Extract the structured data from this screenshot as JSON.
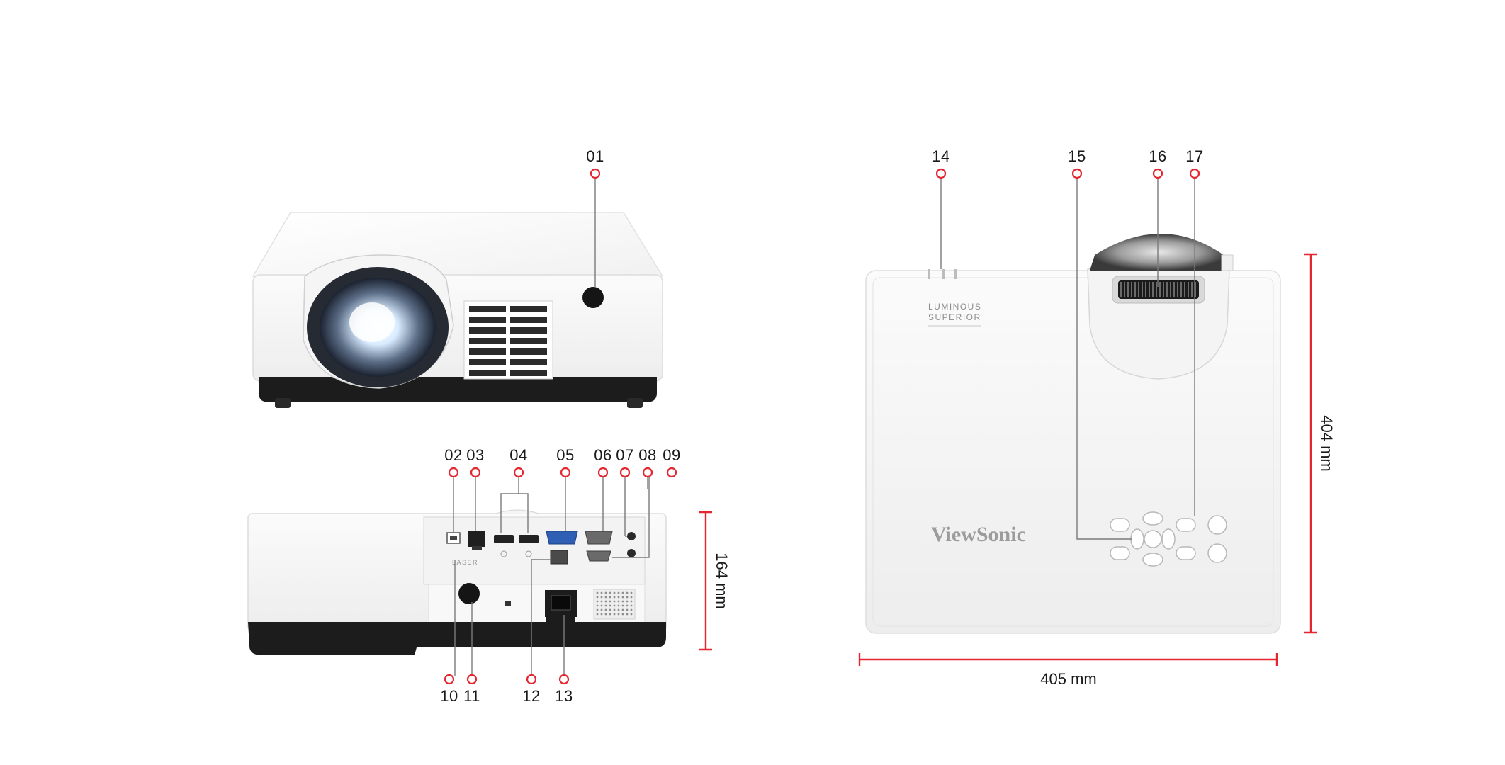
{
  "callouts": {
    "c01": "01",
    "c02": "02",
    "c03": "03",
    "c04": "04",
    "c05": "05",
    "c06": "06",
    "c07": "07",
    "c08": "08",
    "c09": "09",
    "c10": "10",
    "c11": "11",
    "c12": "12",
    "c13": "13",
    "c14": "14",
    "c15": "15",
    "c16": "16",
    "c17": "17"
  },
  "dimensions": {
    "height": "164 mm",
    "depth": "404 mm",
    "width": "405 mm"
  },
  "product": {
    "brand": "ViewSonic",
    "badge_line1": "LUMINOUS",
    "badge_line2": "SUPERIOR",
    "rear_panel_label": "LASER"
  },
  "colors": {
    "accent": "#e3262f",
    "body": "#ffffff",
    "base": "#1c1c1c"
  }
}
